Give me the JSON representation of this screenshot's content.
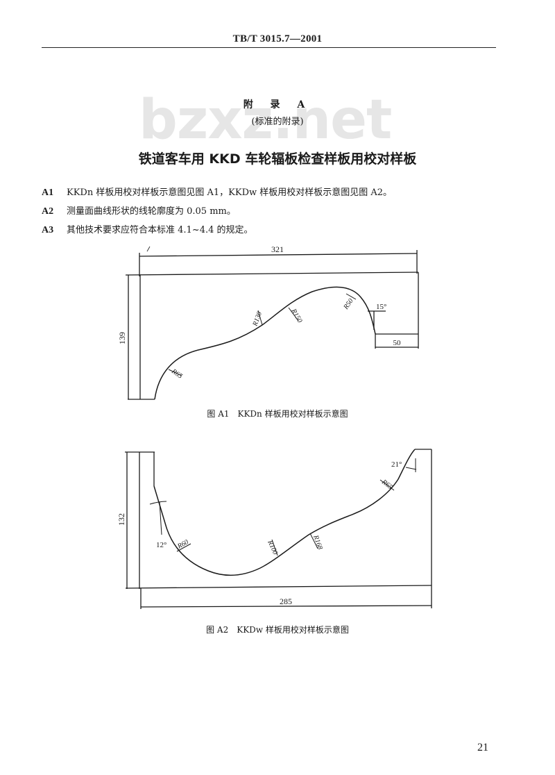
{
  "header": {
    "standard_code": "TB/T 3015.7—2001"
  },
  "watermark": "bzxz.net",
  "appendix": {
    "label": "附 录 A",
    "subtitle": "(标准的附录)",
    "title": "铁道客车用 KKD 车轮辐板检查样板用校对样板"
  },
  "clauses": [
    {
      "num": "A1",
      "text": "KKDn 样板用校对样板示意图见图 A1，KKDw 样板用校对样板示意图见图 A2。"
    },
    {
      "num": "A2",
      "text": "测量面曲线形状的线轮廓度为 0.05 mm。"
    },
    {
      "num": "A3",
      "text": "其他技术要求应符合本标准 4.1~4.4 的规定。"
    }
  ],
  "figure_a1": {
    "caption": "图 A1　KKDn 样板用校对样板示意图",
    "dims": {
      "width": "321",
      "height": "139",
      "step": "50",
      "angle": "15°"
    },
    "radii": [
      "R65",
      "R130",
      "R150",
      "R50"
    ]
  },
  "figure_a2": {
    "caption": "图 A2　KKDw 样板用校对样板示意图",
    "dims": {
      "width": "285",
      "height": "132",
      "angle_left": "12°",
      "angle_right": "21°"
    },
    "radii": [
      "R60",
      "R100",
      "R168",
      "R65"
    ]
  },
  "page_number": "21"
}
